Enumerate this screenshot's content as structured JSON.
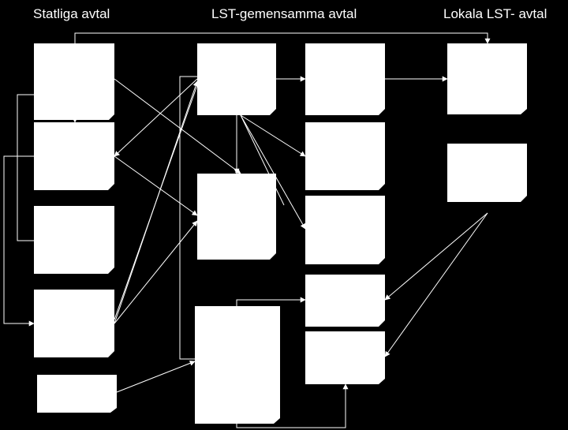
{
  "headers": {
    "statliga": "Statliga avtal",
    "lst_gemensamma": "LST-gemensamma avtal",
    "lokala": "Lokala LST- avtal"
  },
  "colors": {
    "background": "#000000",
    "box_fill": "#ffffff",
    "line": "#ffffff",
    "text": "#ffffff"
  }
}
